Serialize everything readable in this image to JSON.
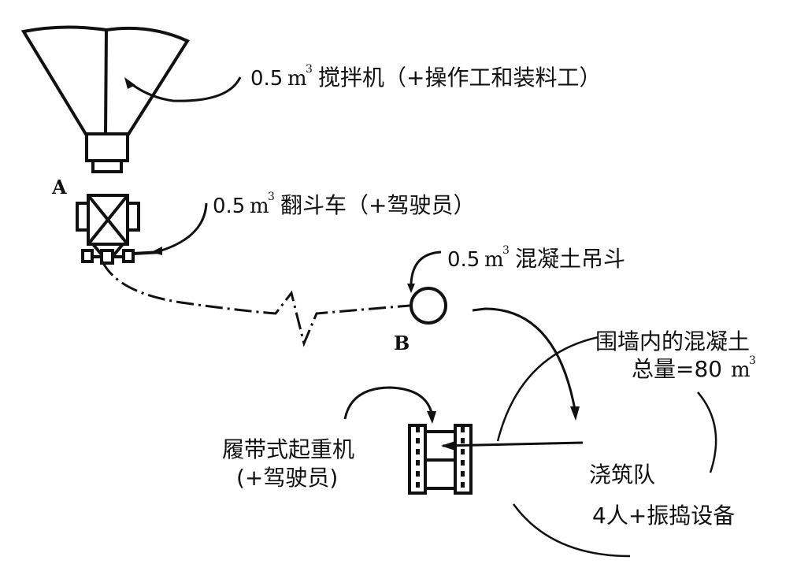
{
  "labels": {
    "mixer_qty": "0.5",
    "mixer_unit": "m",
    "mixer_text": "搅拌机（+操作工和装料工）",
    "point_a": "A",
    "truck_qty": "0.5",
    "truck_unit": "m",
    "truck_text": "翻斗车（+驾驶员）",
    "bucket_qty": "0.5",
    "bucket_unit": "m",
    "bucket_text": "混凝土吊斗",
    "point_b": "B",
    "total_line1": "围墙内的混凝土",
    "total_line2_prefix": "总量=80",
    "total_unit": "m",
    "crane_line1": "履带式起重机",
    "crane_line2": "(+驾驶员)",
    "crew_line1": "浇筑队",
    "crew_line2": "4人+振捣设备",
    "superscript": "3"
  },
  "icons": [
    "mixer-icon",
    "dump-truck-icon",
    "concrete-bucket-icon",
    "crawler-crane-icon"
  ],
  "colors": {
    "ink": "#111111",
    "background": "#ffffff"
  }
}
